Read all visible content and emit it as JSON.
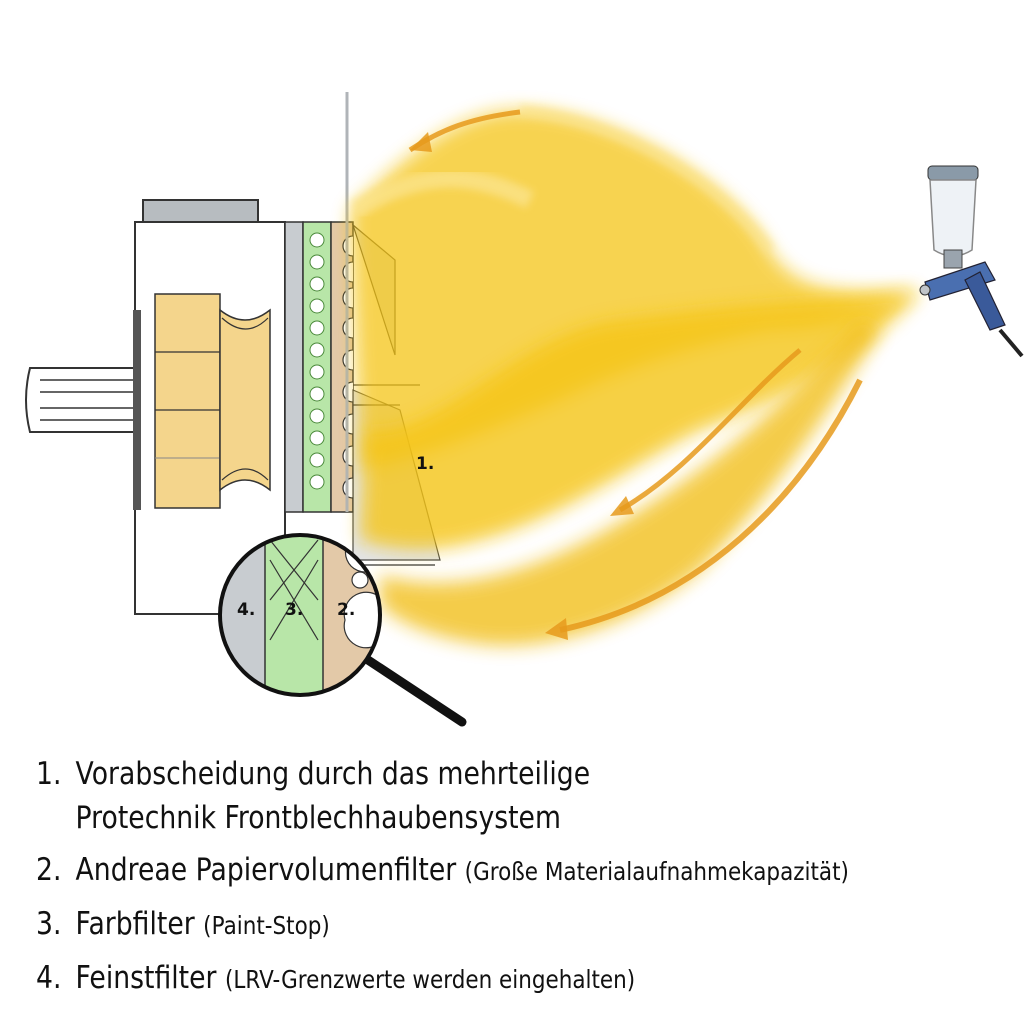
{
  "diagram": {
    "callout_main": "1.",
    "callout_magnifier": [
      "4.",
      "3.",
      "2."
    ],
    "colors": {
      "spray": "#f5c518",
      "spray_light": "#fbe38a",
      "arrow": "#e69a1c",
      "green_filter": "#b8e6a8",
      "paper_filter": "#e3c9a8",
      "housing_fill": "#f4d58c",
      "fine_filter": "#c8ccd0"
    },
    "icons": [
      "spray-gun-icon",
      "magnifier-icon"
    ]
  },
  "legend": {
    "items": [
      {
        "num": "1.",
        "main": "Vorabscheidung durch das mehrteilige",
        "cont": "Protechnik Frontblechhaubensystem",
        "note": ""
      },
      {
        "num": "2.",
        "main": "Andreae Papiervolumenfilter",
        "cont": "",
        "note": "(Große Materialaufnahmekapazität)"
      },
      {
        "num": "3.",
        "main": "Farbfilter",
        "cont": "",
        "note": "(Paint-Stop)"
      },
      {
        "num": "4.",
        "main": "Feinstfilter",
        "cont": "",
        "note": "(LRV-Grenzwerte werden eingehalten)"
      }
    ]
  }
}
